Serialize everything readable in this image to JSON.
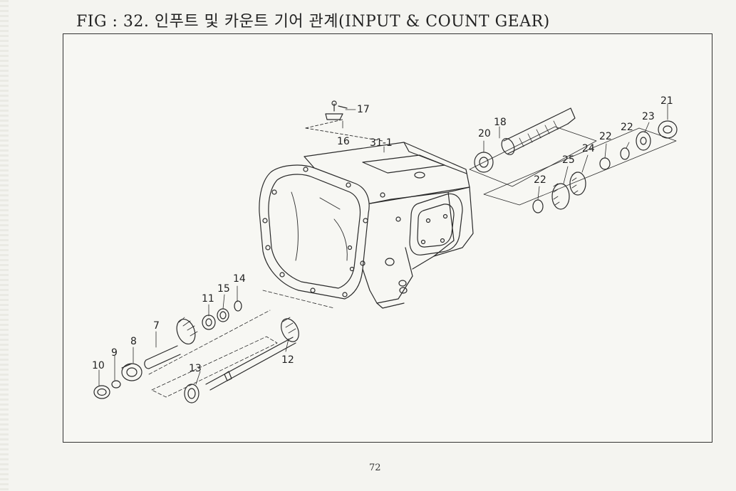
{
  "document": {
    "title": "FIG : 32. 인푸트 및 카운트 기어 관계(INPUT & COUNT GEAR)",
    "page_number": "72"
  },
  "callouts": {
    "c7": "7",
    "c8": "8",
    "c9": "9",
    "c10": "10",
    "c11": "11",
    "c12": "12",
    "c13": "13",
    "c14": "14",
    "c15": "15",
    "c16": "16",
    "c17": "17",
    "c18": "18",
    "c20": "20",
    "c21": "21",
    "c22a": "22",
    "c22b": "22",
    "c22c": "22",
    "c23": "23",
    "c24": "24",
    "c25": "25",
    "c31": "31-1"
  }
}
